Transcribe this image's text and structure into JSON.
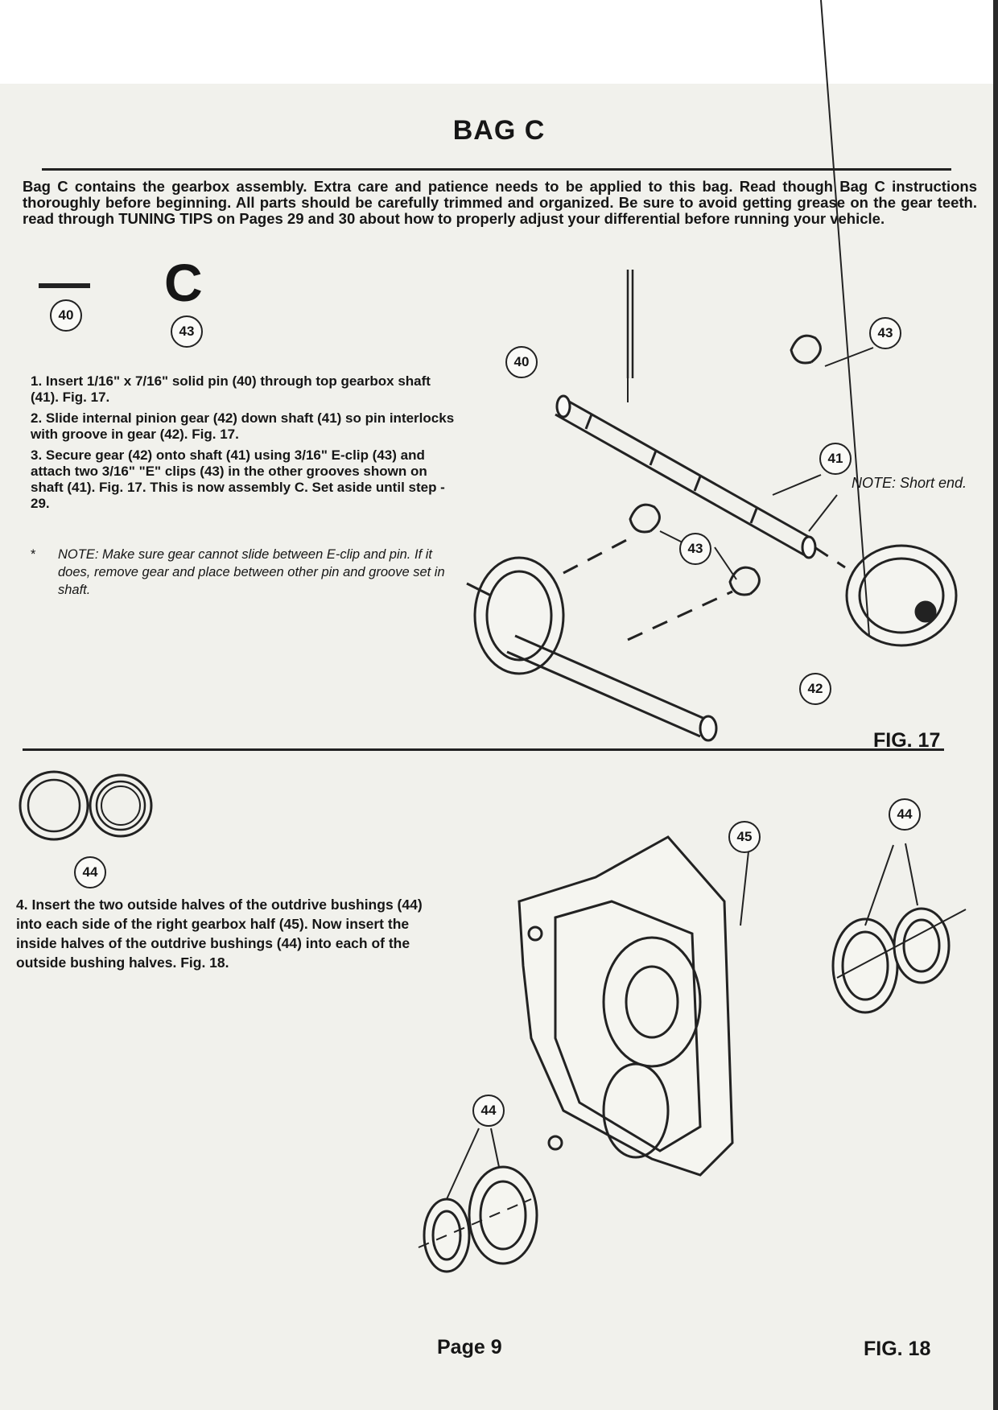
{
  "title": "BAG C",
  "intro": "Bag C contains the gearbox assembly. Extra care and patience needs to be applied to this bag. Read though Bag C instructions thoroughly before beginning. All parts should be carefully trimmed and organized. Be sure to avoid getting grease on the gear teeth. read through TUNING TIPS on Pages 29 and 30 about how to properly adjust your differential before running your vehicle.",
  "parts_legend": {
    "pin": "40",
    "clip": "43",
    "bushing": "44"
  },
  "steps": [
    "1. Insert 1/16\" x 7/16\" solid pin (40) through top gearbox shaft (41). Fig. 17.",
    "2. Slide internal pinion gear (42) down shaft (41) so pin interlocks with groove in gear (42). Fig. 17.",
    "3. Secure gear (42) onto shaft (41) using 3/16\" E-clip (43) and attach two 3/16\" \"E\" clips (43) in the other grooves shown on shaft (41). Fig. 17. This is now assembly C. Set aside until step - 29."
  ],
  "note": {
    "marker": "*",
    "text": "NOTE: Make sure gear cannot slide between E-clip and pin. If it does, remove gear and place between other pin and groove set in shaft."
  },
  "step4": "4. Insert the two outside halves of the outdrive bushings (44) into each side of the right gearbox half (45). Now insert the inside halves of the outdrive bushings (44) into each of the outside bushing halves. Fig. 18.",
  "fig17": {
    "label": "FIG. 17",
    "callouts": {
      "pin": "40",
      "clip_top": "43",
      "shaft": "41",
      "clip_mid": "43",
      "gear": "42"
    },
    "short_end_note": "NOTE: Short end."
  },
  "fig18": {
    "label": "FIG. 18",
    "callouts": {
      "gearbox": "45",
      "bushing_right": "44",
      "bushing_left": "44"
    }
  },
  "page_number": "Page 9",
  "colors": {
    "ink": "#161616",
    "paper": "#f1f1ec",
    "top_band": "#ffffff"
  }
}
